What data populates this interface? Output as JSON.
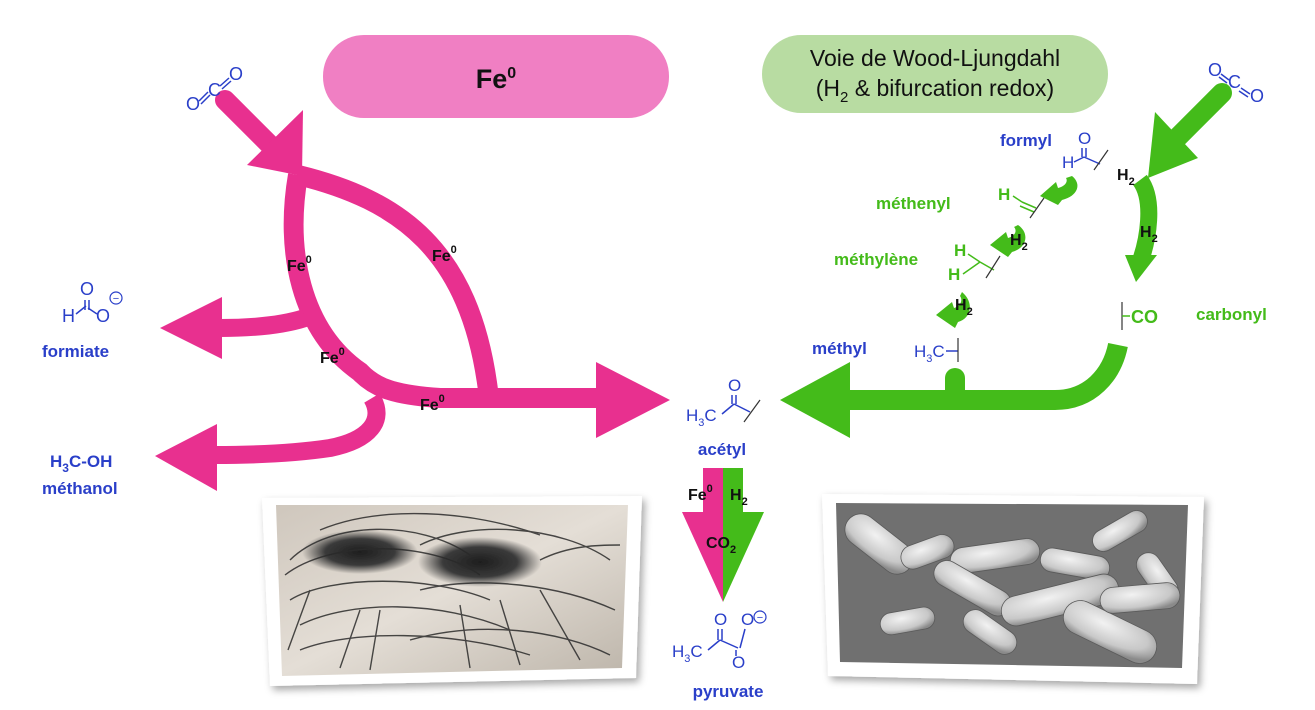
{
  "colors": {
    "iron_path": "#e8308f",
    "wood_path": "#44bb1a",
    "molecule_blue": "#2a3fc9",
    "label_black": "#111111",
    "iron_banner": "#f07fc3",
    "wood_banner": "#b8dca2"
  },
  "banners": {
    "iron": {
      "main": "Fe",
      "sup": "0"
    },
    "wood": {
      "line1": "Voie de Wood-Ljungdahl",
      "line2_a": "(H",
      "line2_sub": "2",
      "line2_b": " & bifurcation redox)"
    }
  },
  "co2_left": {
    "o1": "O",
    "c": "C",
    "o2": "O"
  },
  "co2_right": {
    "o1": "O",
    "c": "C",
    "o2": "O"
  },
  "iron_labels": [
    {
      "main": "Fe",
      "sup": "0"
    },
    {
      "main": "Fe",
      "sup": "0"
    },
    {
      "main": "Fe",
      "sup": "0"
    },
    {
      "main": "Fe",
      "sup": "0"
    }
  ],
  "h2": {
    "main": "H",
    "sub": "2"
  },
  "products": {
    "formiate": {
      "name": "formiate",
      "h": "H",
      "o_top": "O",
      "o_right": "O",
      "charge": "−"
    },
    "methanol": {
      "formula": "H",
      "formula_sub": "3",
      "formula_rest": "C-OH",
      "name": "méthanol"
    }
  },
  "intermediates": {
    "formyl": {
      "name": "formyl",
      "h": "H",
      "o": "O"
    },
    "methenyl": {
      "name": "méthenyl",
      "h": "H"
    },
    "methylene": {
      "name": "méthylène",
      "h1": "H",
      "h2": "H"
    },
    "methyl": {
      "name": "méthyl",
      "h": "H",
      "sub": "3",
      "c": "C"
    },
    "carbonyl": {
      "name": "carbonyl",
      "formula": "CO"
    }
  },
  "acetyl": {
    "name": "acétyl",
    "h": "H",
    "sub": "3",
    "c": "C",
    "o": "O"
  },
  "bottom_arrow": {
    "fe": "Fe",
    "fe_sup": "0",
    "h": "H",
    "h_sub": "2",
    "co": "CO",
    "co_sub": "2"
  },
  "pyruvate": {
    "name": "pyruvate",
    "h": "H",
    "sub": "3",
    "c": "C",
    "o1": "O",
    "o2": "O",
    "o3": "O",
    "charge": "−"
  }
}
